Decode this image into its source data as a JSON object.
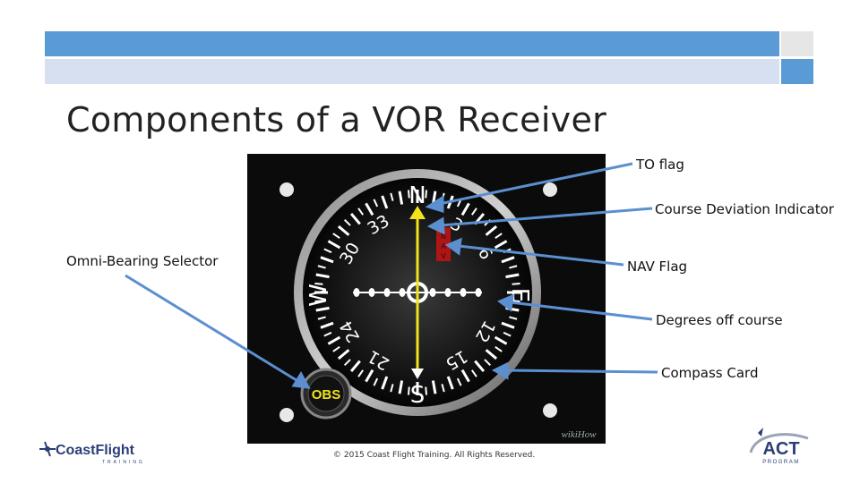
{
  "slide": {
    "title": "Components of a VOR Receiver",
    "footer": "© 2015 Coast Flight Training. All Rights Reserved."
  },
  "labels": {
    "to_flag": "TO flag",
    "cdi": "Course Deviation Indicator",
    "obs": "Omni-Bearing Selector",
    "nav_flag": "NAV Flag",
    "degrees_off": "Degrees off course",
    "compass_card": "Compass Card"
  },
  "instrument": {
    "north": "N",
    "east": "E",
    "south": "S",
    "west": "W",
    "marks": [
      "3",
      "6",
      "12",
      "15",
      "21",
      "24",
      "30",
      "33"
    ],
    "obs_knob": "OBS",
    "nav_flag_letters": [
      "N",
      "A",
      "V"
    ],
    "watermark": "wikiHow"
  },
  "logos": {
    "left_text": "CoastFlight",
    "left_sub": "TRAINING",
    "right_text": "ACT",
    "right_sub": "PROGRAM"
  },
  "colors": {
    "accent_blue": "#5b9bd5",
    "light_blue": "#d6e0f1",
    "gray_box": "#e7e6e6",
    "arrow": "#5b8fd0",
    "needle": "#f2e21a"
  }
}
